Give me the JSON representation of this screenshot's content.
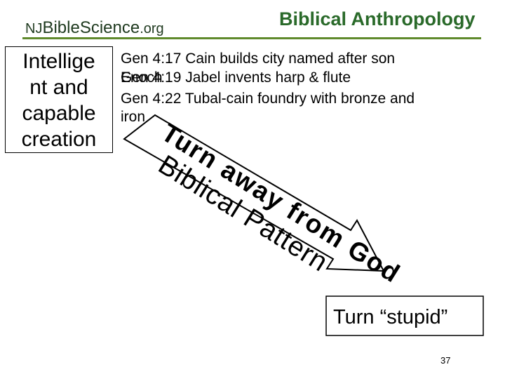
{
  "header": {
    "site_nj": "NJ",
    "site_bible": "Bible",
    "site_science": "Science",
    "site_tld": ".org",
    "title": "Biblical Anthropology"
  },
  "sidebar": {
    "lines": [
      "Intellige",
      "nt and",
      "capable",
      "creation"
    ]
  },
  "verses": [
    "Gen 4:17 Cain builds city named after son",
    "Enoch",
    "Gen 4:19 Jabel invents harp & flute",
    "Gen 4:22 Tubal-cain foundry with bronze and",
    "iron"
  ],
  "arrow": {
    "upper_text": "Turn away from God",
    "lower_text": "Biblical Pattern"
  },
  "callout": "Turn “stupid”",
  "page_number": "37",
  "colors": {
    "title": "#2a6a2a",
    "rule": "#5f8a2c"
  }
}
